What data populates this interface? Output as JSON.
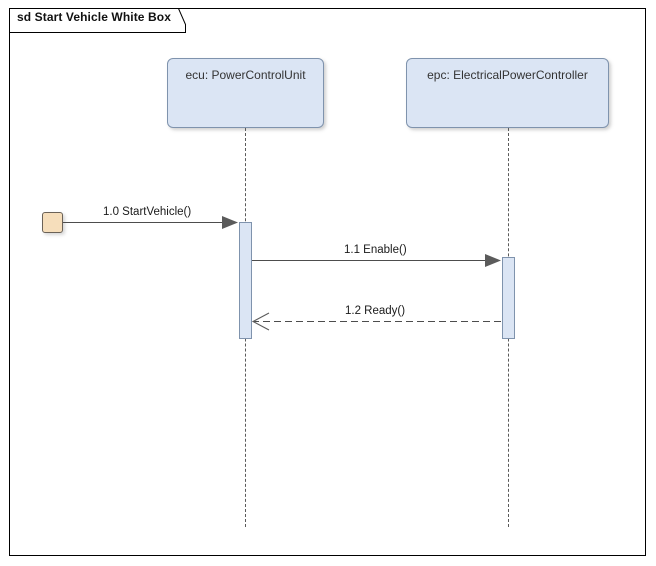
{
  "diagram": {
    "type": "uml-sequence-diagram",
    "frame": {
      "label": "sd Start Vehicle White Box",
      "keyword": "sd",
      "name": "Start Vehicle White Box"
    },
    "colors": {
      "lifeline_fill": "#dbe5f4",
      "lifeline_border": "#7f93ad",
      "gate_fill": "#f6debb",
      "gate_border": "#6b6257",
      "line": "#4d4d4d",
      "frame_border": "#000000",
      "text": "#333333"
    },
    "lifelines": [
      {
        "id": "ecu",
        "label": "ecu: PowerControlUnit",
        "role": "ecu",
        "type": "PowerControlUnit"
      },
      {
        "id": "epc",
        "label": "epc: ElectricalPowerController",
        "role": "epc",
        "type": "ElectricalPowerController"
      }
    ],
    "gate": {
      "name": "found-message-gate"
    },
    "messages": [
      {
        "sequence": "1.0",
        "operation": "StartVehicle()",
        "label": "1.0 StartVehicle()",
        "kind": "synchronous",
        "line": "solid",
        "arrowhead": "filled",
        "from": "gate",
        "to": "ecu",
        "direction": "right"
      },
      {
        "sequence": "1.1",
        "operation": "Enable()",
        "label": "1.1 Enable()",
        "kind": "synchronous",
        "line": "solid",
        "arrowhead": "filled",
        "from": "ecu",
        "to": "epc",
        "direction": "right"
      },
      {
        "sequence": "1.2",
        "operation": "Ready()",
        "label": "1.2 Ready()",
        "kind": "reply",
        "line": "dashed",
        "arrowhead": "open",
        "from": "epc",
        "to": "ecu",
        "direction": "left"
      }
    ]
  }
}
